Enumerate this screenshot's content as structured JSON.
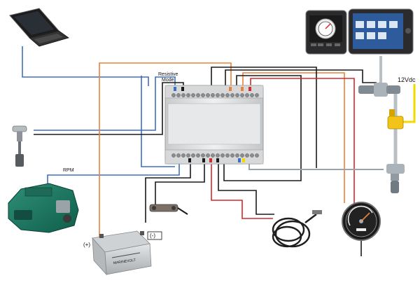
{
  "labels": {
    "resistive_mode_line1": "Resistive",
    "resistive_mode_line2": "Mode",
    "rpm": "RPM",
    "supply_12vdc": "12Vdc",
    "battery_positive": "(+)",
    "battery_negative": "(-)",
    "battery_brand": "MARINEVOLT"
  },
  "components": [
    {
      "name": "laptop-computer"
    },
    {
      "name": "chartplotter-displays"
    },
    {
      "name": "interface-module"
    },
    {
      "name": "tank-level-sender"
    },
    {
      "name": "marine-engine"
    },
    {
      "name": "battery"
    },
    {
      "name": "shunt-resistor"
    },
    {
      "name": "temperature-sensor-cable"
    },
    {
      "name": "analog-gauge"
    },
    {
      "name": "nmea-backbone-connectors"
    }
  ],
  "colors": {
    "wire_blue": "#3b6fc0",
    "wire_orange": "#e8823a",
    "wire_black": "#1a1a1a",
    "wire_red": "#d42a2a",
    "wire_gray": "#9aa3a8",
    "wire_yellow": "#f5d800"
  }
}
